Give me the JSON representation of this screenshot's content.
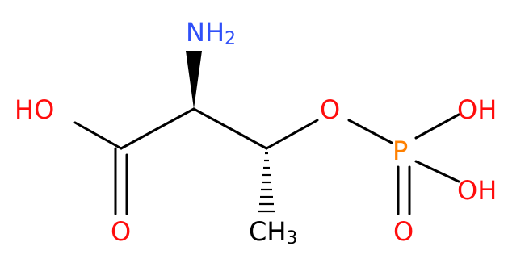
{
  "colors": {
    "bond": "#000000",
    "oxygen": "#ff0d0d",
    "nitrogen": "#3050f8",
    "phosphorus": "#ff8000",
    "carbon": "#000000"
  },
  "atoms": {
    "amino": {
      "main": "NH",
      "sub": "2"
    },
    "hydroxyl_acid": {
      "main": "HO"
    },
    "carbonyl_oxygen": {
      "main": "O"
    },
    "ester_oxygen": {
      "main": "O"
    },
    "phosphorus": {
      "main": "P"
    },
    "phosphate_oh_top": {
      "main": "OH"
    },
    "phosphate_oh_bottom": {
      "main": "OH"
    },
    "phosphoryl_oxygen": {
      "main": "O"
    },
    "methyl": {
      "main": "CH",
      "sub": "3"
    }
  }
}
